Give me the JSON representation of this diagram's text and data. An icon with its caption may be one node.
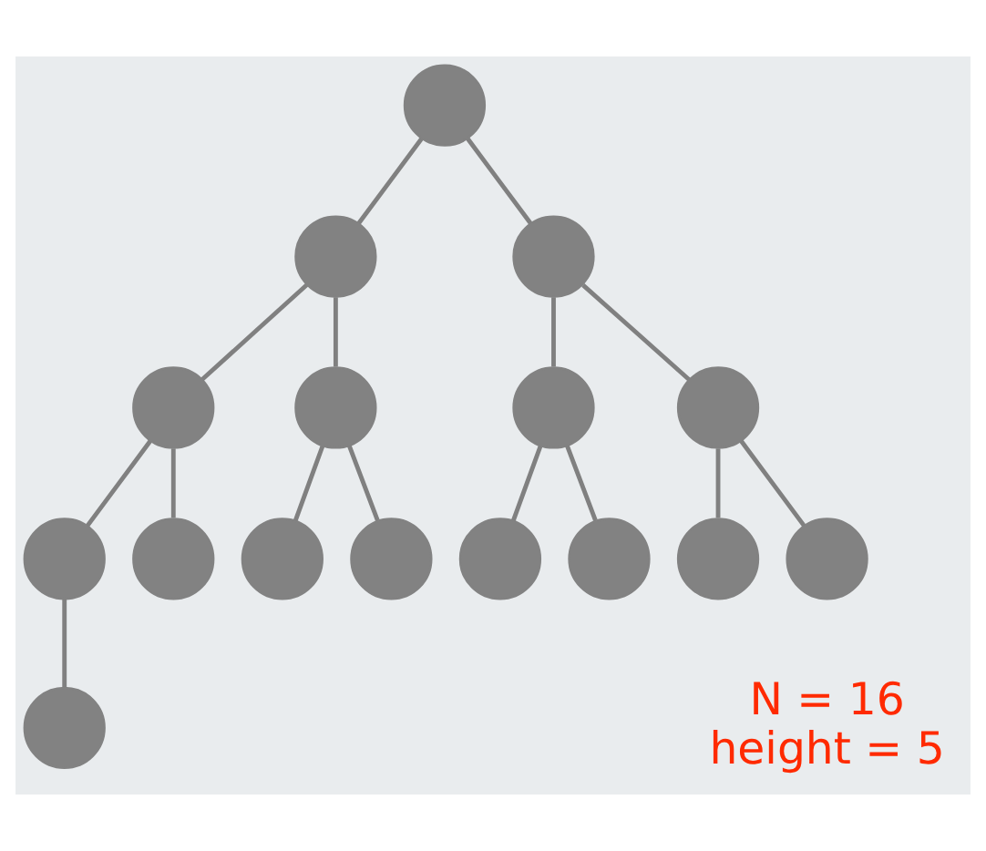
{
  "diagram": {
    "nodes": [
      {
        "text": [],
        "shape": "circle"
      },
      {
        "text": [],
        "shape": "circle"
      },
      {
        "text": [],
        "shape": "circle"
      },
      {
        "text": [],
        "shape": "circle"
      },
      {
        "text": [],
        "shape": "circle"
      },
      {
        "text": [],
        "shape": "circle"
      },
      {
        "text": [],
        "shape": "circle"
      },
      {
        "text": [],
        "shape": "circle"
      },
      {
        "text": [],
        "shape": "circle"
      },
      {
        "text": [],
        "shape": "circle"
      },
      {
        "text": [],
        "shape": "circle"
      },
      {
        "text": [],
        "shape": "circle"
      },
      {
        "text": [],
        "shape": "circle"
      },
      {
        "text": [],
        "shape": "circle"
      },
      {
        "text": [],
        "shape": "circle"
      },
      {
        "text": [],
        "shape": "circle"
      }
    ],
    "edges": [
      {
        "from": 0,
        "to": 1,
        "arrow": "none"
      },
      {
        "from": 0,
        "to": 2,
        "arrow": "none"
      },
      {
        "from": 1,
        "to": 3,
        "arrow": "none"
      },
      {
        "from": 1,
        "to": 4,
        "arrow": "none"
      },
      {
        "from": 2,
        "to": 5,
        "arrow": "none"
      },
      {
        "from": 2,
        "to": 6,
        "arrow": "none"
      },
      {
        "from": 3,
        "to": 7,
        "arrow": "none"
      },
      {
        "from": 3,
        "to": 8,
        "arrow": "none"
      },
      {
        "from": 4,
        "to": 9,
        "arrow": "none"
      },
      {
        "from": 4,
        "to": 10,
        "arrow": "none"
      },
      {
        "from": 5,
        "to": 11,
        "arrow": "none"
      },
      {
        "from": 5,
        "to": 12,
        "arrow": "none"
      },
      {
        "from": 6,
        "to": 13,
        "arrow": "none"
      },
      {
        "from": 6,
        "to": 14,
        "arrow": "none"
      },
      {
        "from": 7,
        "to": 15,
        "arrow": "none"
      }
    ],
    "labels": [
      "N = 16",
      "height = 5"
    ]
  }
}
